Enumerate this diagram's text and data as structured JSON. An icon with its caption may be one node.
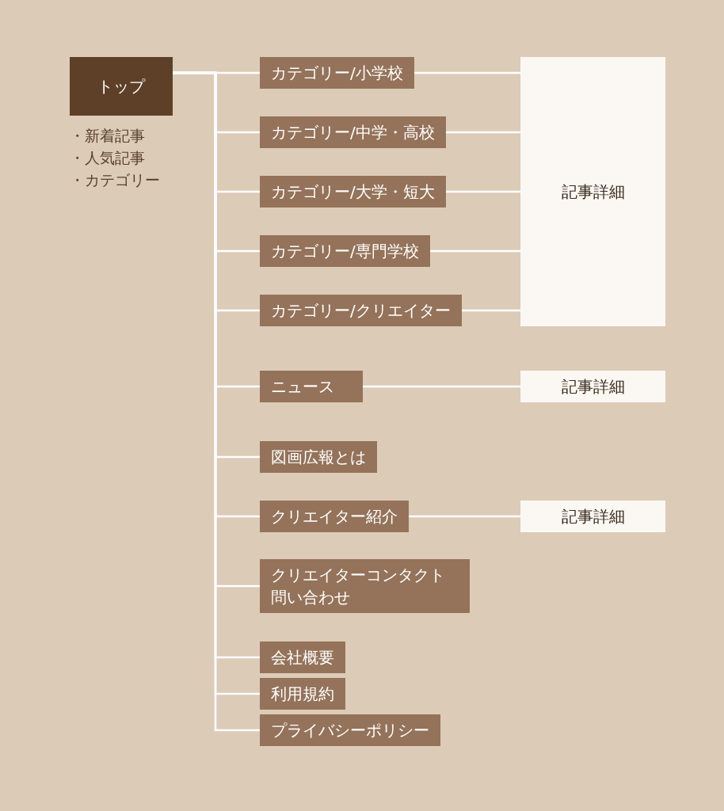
{
  "diagram": {
    "nodes": [
      {
        "text": [
          "トップ"
        ],
        "beside": [
          "・新着記事",
          "・人気記事",
          "・カテゴリー"
        ]
      },
      {
        "text": [
          "カテゴリー/小学校"
        ]
      },
      {
        "text": [
          "カテゴリー/中学・高校"
        ]
      },
      {
        "text": [
          "カテゴリー/大学・短大"
        ]
      },
      {
        "text": [
          "カテゴリー/専門学校"
        ]
      },
      {
        "text": [
          "カテゴリー/クリエイター"
        ]
      },
      {
        "text": [
          "記事詳細"
        ]
      },
      {
        "text": [
          "ニュース"
        ]
      },
      {
        "text": [
          "記事詳細"
        ]
      },
      {
        "text": [
          "図画広報とは"
        ]
      },
      {
        "text": [
          "クリエイター紹介"
        ]
      },
      {
        "text": [
          "記事詳細"
        ]
      },
      {
        "text": [
          "クリエイターコンタクト問い合わせ"
        ]
      },
      {
        "text": [
          "会社概要"
        ]
      },
      {
        "text": [
          "利用規約"
        ]
      },
      {
        "text": [
          "プライバシーポリシー"
        ]
      }
    ],
    "edges": [
      {
        "from": 0,
        "to": 1,
        "arrow": "none"
      },
      {
        "from": 0,
        "to": 2,
        "arrow": "none"
      },
      {
        "from": 0,
        "to": 3,
        "arrow": "none"
      },
      {
        "from": 0,
        "to": 4,
        "arrow": "none"
      },
      {
        "from": 0,
        "to": 5,
        "arrow": "none"
      },
      {
        "from": 0,
        "to": 7,
        "arrow": "none"
      },
      {
        "from": 0,
        "to": 9,
        "arrow": "none"
      },
      {
        "from": 0,
        "to": 10,
        "arrow": "none"
      },
      {
        "from": 0,
        "to": 12,
        "arrow": "none"
      },
      {
        "from": 0,
        "to": 13,
        "arrow": "none"
      },
      {
        "from": 0,
        "to": 14,
        "arrow": "none"
      },
      {
        "from": 0,
        "to": 15,
        "arrow": "none"
      },
      {
        "from": 1,
        "to": 6,
        "arrow": "none"
      },
      {
        "from": 2,
        "to": 6,
        "arrow": "none"
      },
      {
        "from": 3,
        "to": 6,
        "arrow": "none"
      },
      {
        "from": 4,
        "to": 6,
        "arrow": "none"
      },
      {
        "from": 5,
        "to": 6,
        "arrow": "none"
      },
      {
        "from": 7,
        "to": 8,
        "arrow": "none"
      },
      {
        "from": 10,
        "to": 11,
        "arrow": "none"
      }
    ]
  }
}
